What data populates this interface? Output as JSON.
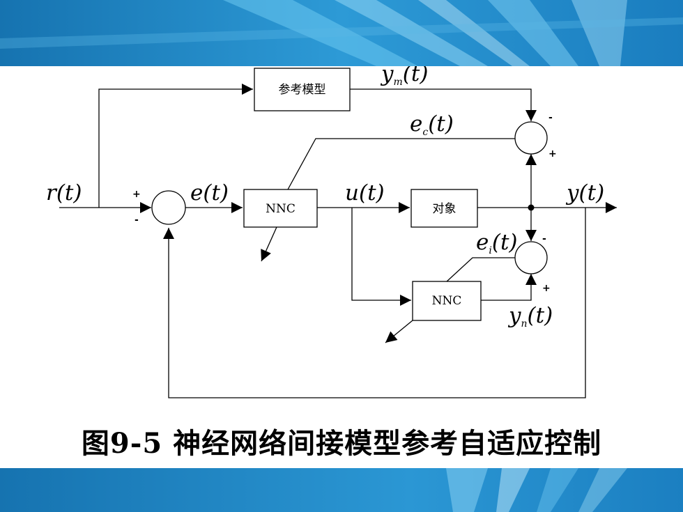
{
  "theme": {
    "band_color_dark": "#0f6fa8",
    "band_color_light": "#5cc0ec",
    "band_highlight": "#bde7fa"
  },
  "diagram": {
    "blocks": {
      "reference_model": "参考模型",
      "controller_nnc": "NNC",
      "plant": "对象",
      "identifier_nnc": "NNC"
    },
    "signals": {
      "r": {
        "symbol": "r",
        "arg": "(t)"
      },
      "e": {
        "symbol": "e",
        "arg": "(t)"
      },
      "u": {
        "symbol": "u",
        "arg": "(t)"
      },
      "y": {
        "symbol": "y",
        "arg": "(t)"
      },
      "ym": {
        "symbol": "y",
        "sub": "m",
        "arg": "(t)"
      },
      "ec": {
        "symbol": "e",
        "sub": "c",
        "arg": "(t)"
      },
      "ei": {
        "symbol": "e",
        "sub": "i",
        "arg": "(t)"
      },
      "yn": {
        "symbol": "y",
        "sub": "n",
        "arg": "(t)"
      }
    },
    "signs": {
      "main_plus": "+",
      "main_minus": "-",
      "top_minus": "-",
      "top_plus": "+",
      "bottom_minus": "-",
      "bottom_plus": "+"
    }
  },
  "caption": "图9-5  神经网络间接模型参考自适应控制"
}
